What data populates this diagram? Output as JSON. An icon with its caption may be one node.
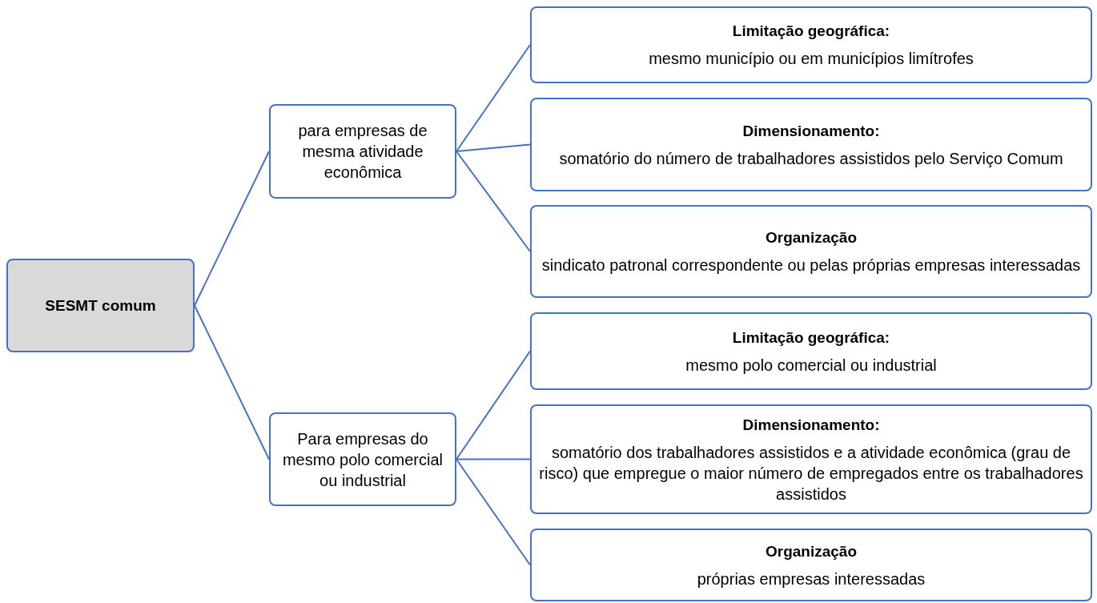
{
  "diagram": {
    "nodes": [
      {
        "text": [
          "SESMT comum"
        ]
      },
      {
        "text": [
          "para empresas de mesma atividade econômica"
        ]
      },
      {
        "text": [
          "Limitação geográfica:",
          "mesmo município ou em municípios limítrofes"
        ]
      },
      {
        "text": [
          "Dimensionamento:",
          "somatório do número de trabalhadores assistidos pelo Serviço Comum"
        ]
      },
      {
        "text": [
          "Organização",
          "sindicato patronal correspondente ou pelas próprias empresas interessadas"
        ]
      },
      {
        "text": [
          "Para empresas do mesmo polo comercial ou industrial"
        ]
      },
      {
        "text": [
          "Limitação geográfica:",
          "mesmo polo comercial ou industrial"
        ]
      },
      {
        "text": [
          "Dimensionamento:",
          "somatório dos trabalhadores assistidos e a atividade econômica (grau de risco) que empregue o maior número de empregados entre os trabalhadores assistidos"
        ]
      },
      {
        "text": [
          "Organização",
          "próprias empresas interessadas"
        ]
      }
    ],
    "edges": [
      {
        "from": 0,
        "to": 1,
        "arrow": "none"
      },
      {
        "from": 1,
        "to": 2,
        "arrow": "none"
      },
      {
        "from": 1,
        "to": 3,
        "arrow": "none"
      },
      {
        "from": 1,
        "to": 4,
        "arrow": "none"
      },
      {
        "from": 0,
        "to": 5,
        "arrow": "none"
      },
      {
        "from": 5,
        "to": 6,
        "arrow": "none"
      },
      {
        "from": 5,
        "to": 7,
        "arrow": "none"
      },
      {
        "from": 5,
        "to": 8,
        "arrow": "none"
      }
    ]
  }
}
